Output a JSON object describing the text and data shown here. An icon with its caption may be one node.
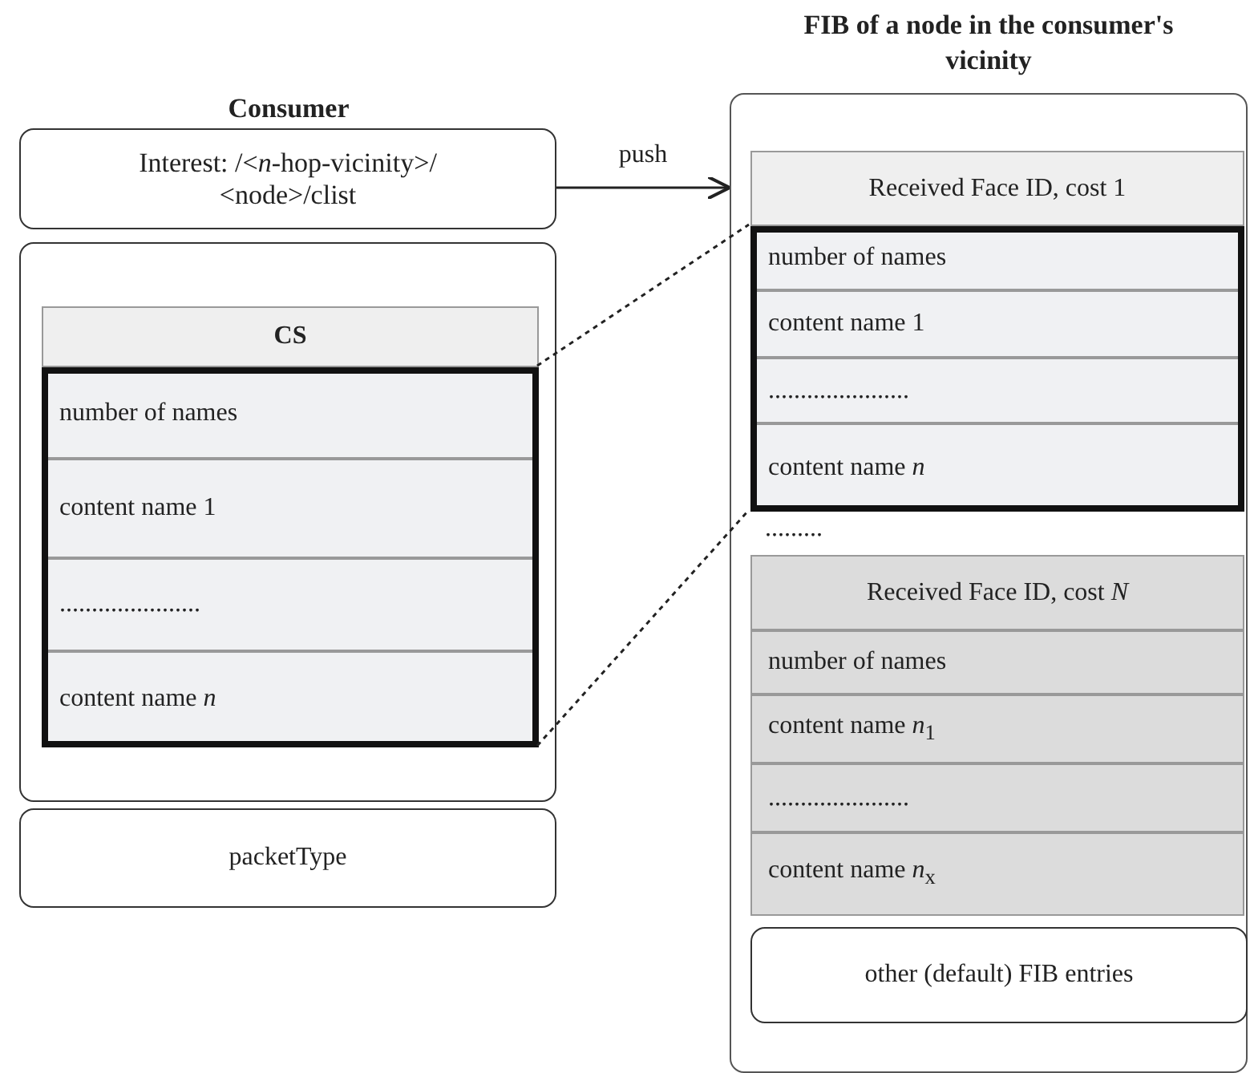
{
  "diagram": {
    "nodes": [
      {
        "text": [
          "Interest: /<*n*-hop-vicinity>/ <node>/clist"
        ]
      },
      {
        "text": [],
        "shape": "box"
      },
      {
        "text": [
          "CS"
        ],
        "in": 1
      },
      {
        "text": [],
        "shape": "box",
        "in": 1
      },
      {
        "text": [
          "number of names"
        ],
        "in": 3
      },
      {
        "text": [
          "content name 1"
        ],
        "in": 3
      },
      {
        "text": [
          "......................"
        ],
        "in": 3
      },
      {
        "text": [
          "content name *n*"
        ],
        "in": 3
      },
      {
        "text": [
          "packetType"
        ]
      },
      {
        "text": [
          "FIB of a node in the consumer's vicinity"
        ]
      },
      {
        "text": [
          "Received Face ID, cost 1"
        ],
        "in": 9
      },
      {
        "text": [],
        "shape": "box",
        "in": 9
      },
      {
        "text": [
          "number of names"
        ],
        "in": 11
      },
      {
        "text": [
          "content name 1"
        ],
        "in": 11
      },
      {
        "text": [
          "......................"
        ],
        "in": 11
      },
      {
        "text": [
          "content name *n*"
        ],
        "in": 11
      },
      {
        "text": [
          "Received Face ID, cost *N*"
        ],
        "in": 9
      },
      {
        "text": [
          "number of names"
        ],
        "in": 9
      },
      {
        "text": [
          "content name *n*$_{1}$"
        ],
        "in": 9
      },
      {
        "text": [
          "......................"
        ],
        "in": 9
      },
      {
        "text": [
          "content name *n*$_{x}$"
        ],
        "in": 9
      },
      {
        "text": [
          "other (default) FIB entries"
        ],
        "in": 9
      }
    ],
    "edges": [
      {
        "from": 0,
        "to": 9,
        "arrow": "to",
        "label": "push"
      },
      {
        "from": 3,
        "to": 11,
        "arrow": "none",
        "style": "dashed"
      },
      {
        "from": 3,
        "to": 11,
        "arrow": "none",
        "style": "dashed"
      }
    ],
    "labels": [
      "Consumer",
      "........."
    ]
  }
}
